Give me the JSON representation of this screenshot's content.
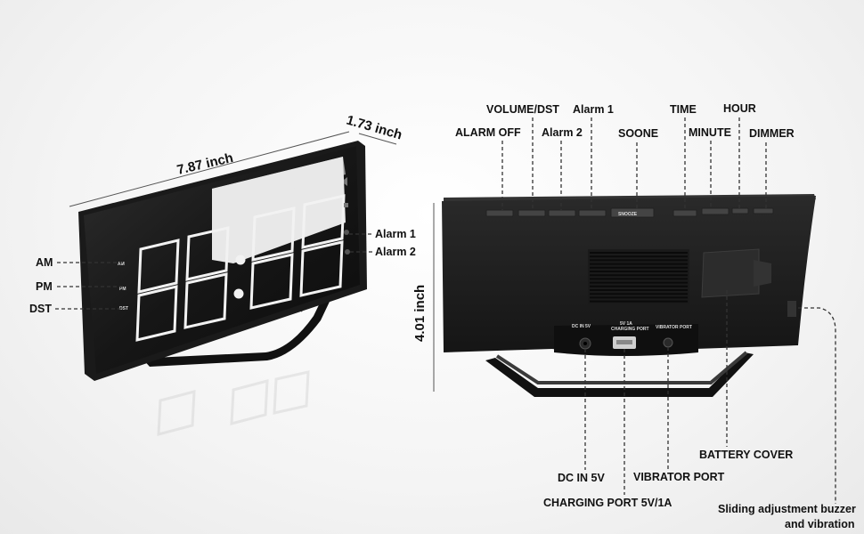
{
  "dimensions": {
    "width_label": "7.87 inch",
    "depth_label": "1.73 inch",
    "height_label": "4.01 inch"
  },
  "front": {
    "time_display": "88:88",
    "indicators": {
      "am": "AM",
      "pm": "PM",
      "dst": "DST",
      "alarm1": "Alarm 1",
      "alarm2": "Alarm 2"
    }
  },
  "back": {
    "buttons": {
      "alarm_off": "ALARM OFF",
      "volume_dst": "VOLUME/DST",
      "alarm2": "Alarm 2",
      "alarm1": "Alarm 1",
      "snooze": "SOONE",
      "time": "TIME",
      "minute": "MINUTE",
      "hour": "HOUR",
      "dimmer": "DIMMER"
    },
    "ports": {
      "dc_in": "DC IN 5V",
      "charging": "CHARGING PORT 5V/1A",
      "vibrator": "VIBRATOR PORT",
      "battery": "BATTERY COVER",
      "slider_line1": "Sliding adjustment buzzer",
      "slider_line2": "and vibration"
    },
    "printed": {
      "dc_port": "DC IN 5V",
      "usb_port_line1": "5V 1A",
      "usb_port_line2": "CHARGING PORT",
      "vib_port": "VIBRATOR PORT",
      "snooze_key": "SNOOZE"
    }
  },
  "colors": {
    "body": "#1b1b1b",
    "display_glow": "#ffffff",
    "annotation": "#111111"
  }
}
